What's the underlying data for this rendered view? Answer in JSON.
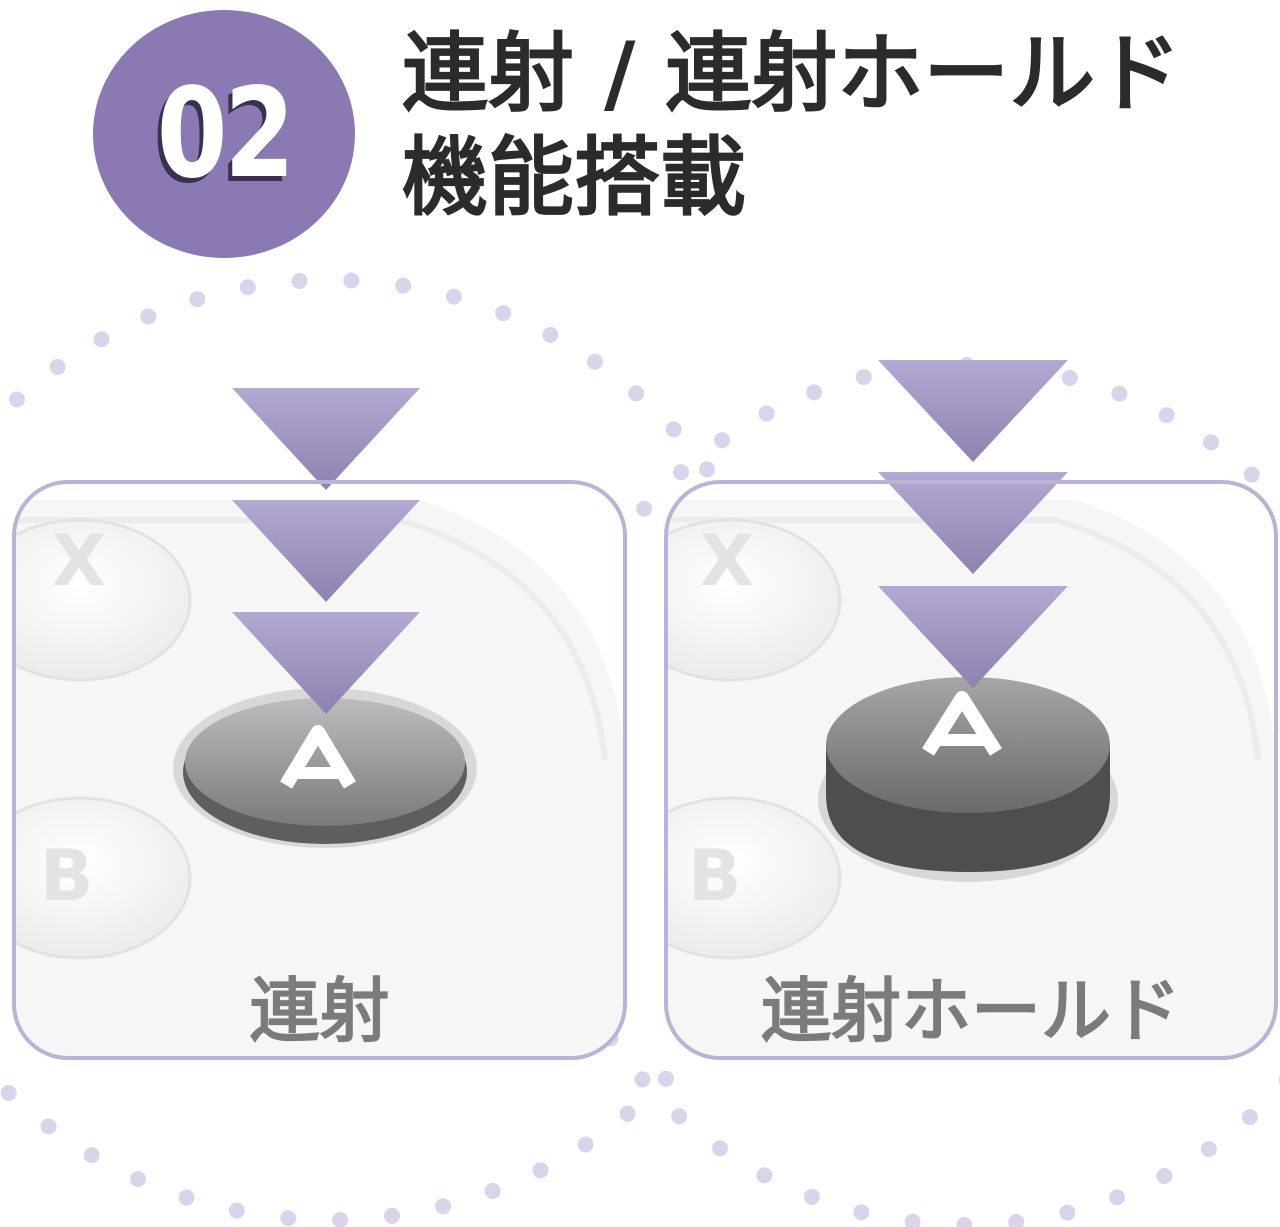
{
  "badge": {
    "number": "02"
  },
  "headline": {
    "line1": "連射 / 連射ホールド",
    "line2": "機能搭載"
  },
  "panels": [
    {
      "caption": "連射",
      "button_label": "A",
      "side_button_top": "X",
      "side_button_bottom": "B"
    },
    {
      "caption": "連射ホールド",
      "button_label": "A",
      "side_button_top": "X",
      "side_button_bottom": "B"
    }
  ],
  "colors": {
    "accent_purple": "#8a79b3",
    "arrow_purple": "#a99dc8",
    "frame_lavender": "#bcb3d4",
    "dots": "#d9d4ea",
    "button_gray": "#6e6e6e",
    "caption_gray": "#7b7b7b",
    "headline_dark": "#2b2b2b"
  }
}
